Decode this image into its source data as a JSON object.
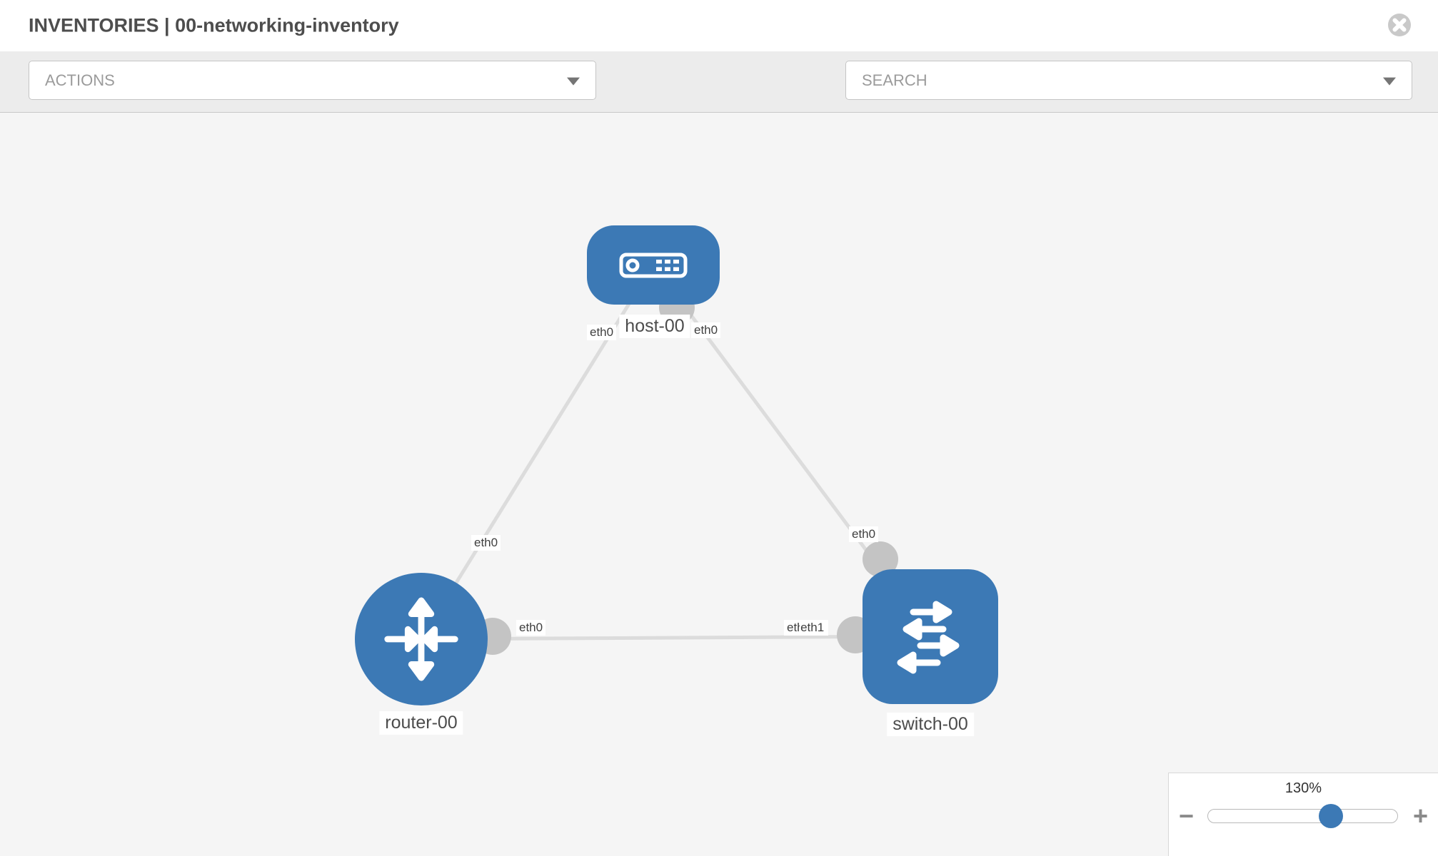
{
  "header": {
    "title": "INVENTORIES | 00-networking-inventory"
  },
  "toolbar": {
    "actions_label": "ACTIONS",
    "search_label": "SEARCH"
  },
  "topology": {
    "nodes": [
      {
        "id": "host-00",
        "type": "host",
        "label": "host-00"
      },
      {
        "id": "router-00",
        "type": "router",
        "label": "router-00"
      },
      {
        "id": "switch-00",
        "type": "switch",
        "label": "switch-00"
      }
    ],
    "links": [
      {
        "source": "host-00",
        "target": "router-00"
      },
      {
        "source": "host-00",
        "target": "switch-00"
      },
      {
        "source": "router-00",
        "target": "switch-00"
      }
    ],
    "edge_labels": [
      {
        "text": "eth0",
        "link": "host-00/router-00",
        "end": "host-00"
      },
      {
        "text": "eth0",
        "link": "host-00/switch-00",
        "end": "host-00"
      },
      {
        "text": "eth0",
        "link": "host-00/router-00",
        "end": "router-00"
      },
      {
        "text": "eth0",
        "link": "host-00/switch-00",
        "end": "switch-00"
      },
      {
        "text": "eth0",
        "link": "router-00/switch-00",
        "end": "router-00"
      },
      {
        "text": "eth0",
        "overlap_text": "eth1",
        "link": "router-00/switch-00",
        "end": "switch-00"
      }
    ]
  },
  "zoom_control": {
    "value": "130%",
    "minus_label": "−",
    "plus_label": "+"
  },
  "colors": {
    "node_blue": "#3c79b5",
    "link_gray": "#dcdcdc",
    "connector_gray": "#c4c4c4",
    "toolbar_gray": "#ececec",
    "canvas_gray": "#f5f5f5"
  }
}
